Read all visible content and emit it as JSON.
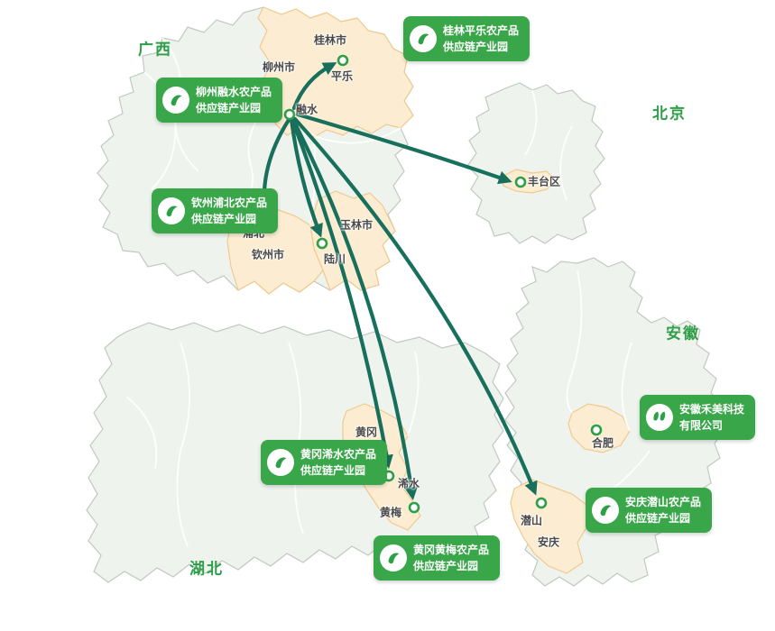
{
  "palette": {
    "background": "#ffffff",
    "callout_green": "#3aa64a",
    "logo_green": "#2f9e49",
    "arrow_teal": "#176f5c",
    "province_fill": "#eef3ed",
    "province_border": "#bfcabf",
    "highlight_fill": "#fcedd2",
    "highlight_border": "#f1c98e",
    "marker_green": "#2f9e49",
    "province_label_green": "#2f9e49",
    "city_label_gray": "#4a4a4a"
  },
  "provinces": {
    "guangxi": "广西",
    "beijing": "北京",
    "anhui": "安徽",
    "hubei": "湖北"
  },
  "cities": {
    "liuzhou": "柳州市",
    "guilin": "桂林市",
    "pingle": "平乐",
    "rongshui": "融水",
    "fengtai": "丰台区",
    "pubei": "浦北",
    "qinzhou": "钦州市",
    "yulin": "玉林市",
    "luchuan": "陆川",
    "huanggang": "黄冈",
    "xishui": "浠水",
    "huangmei": "黄梅",
    "hefei": "合肥",
    "qianshan": "潜山",
    "anqing": "安庆"
  },
  "callouts": {
    "guilin_pingle": {
      "line1": "桂林平乐农产品",
      "line2": "供应链产业园"
    },
    "liuzhou_rongshui": {
      "line1": "柳州融水农产品",
      "line2": "供应链产业园"
    },
    "qinzhou_pubei": {
      "line1": "钦州浦北农产品",
      "line2": "供应链产业园"
    },
    "huanggang_xishui": {
      "line1": "黄冈浠水农产品",
      "line2": "供应链产业园"
    },
    "huanggang_huangmei": {
      "line1": "黄冈黄梅农产品",
      "line2": "供应链产业园"
    },
    "anqing_qianshan": {
      "line1": "安庆潜山农产品",
      "line2": "供应链产业园"
    },
    "anhui_hemei": {
      "line1": "安徽禾美科技",
      "line2": "有限公司"
    }
  }
}
